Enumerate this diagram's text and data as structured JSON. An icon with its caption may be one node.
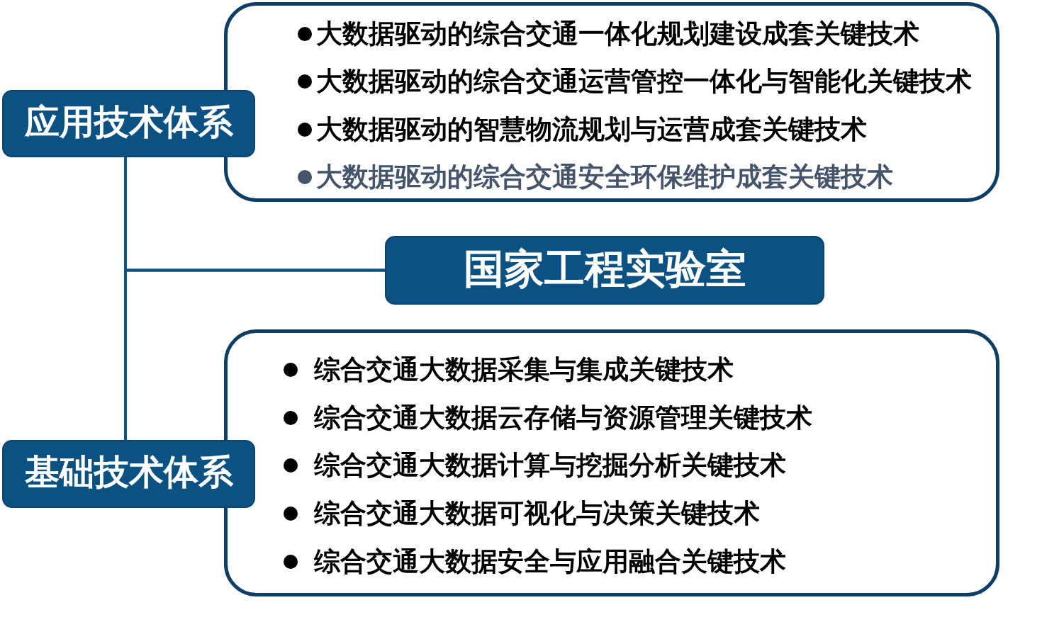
{
  "diagram": {
    "nodes": [
      {
        "text": [
          "应用技术体系"
        ]
      },
      {
        "text": [
          "大数据驱动的综合交通一体化规划建设成套关键技术",
          "大数据驱动的综合交通运营管控一体化与智能化关键技术",
          "大数据驱动的智慧物流规划与运营成套关键技术",
          "大数据驱动的综合交通安全环保维护成套关键技术"
        ]
      },
      {
        "text": [
          "国家工程实验室"
        ]
      },
      {
        "text": [
          "基础技术体系"
        ]
      },
      {
        "text": [
          "综合交通大数据采集与集成关键技术",
          "综合交通大数据云存储与资源管理关键技术",
          "综合交通大数据计算与挖掘分析关键技术",
          "综合交通大数据可视化与决策关键技术",
          "综合交通大数据安全与应用融合关键技术"
        ]
      }
    ],
    "edges": [
      {
        "from": 2,
        "to": 0,
        "arrow": "none"
      },
      {
        "from": 2,
        "to": 3,
        "arrow": "none"
      }
    ]
  }
}
